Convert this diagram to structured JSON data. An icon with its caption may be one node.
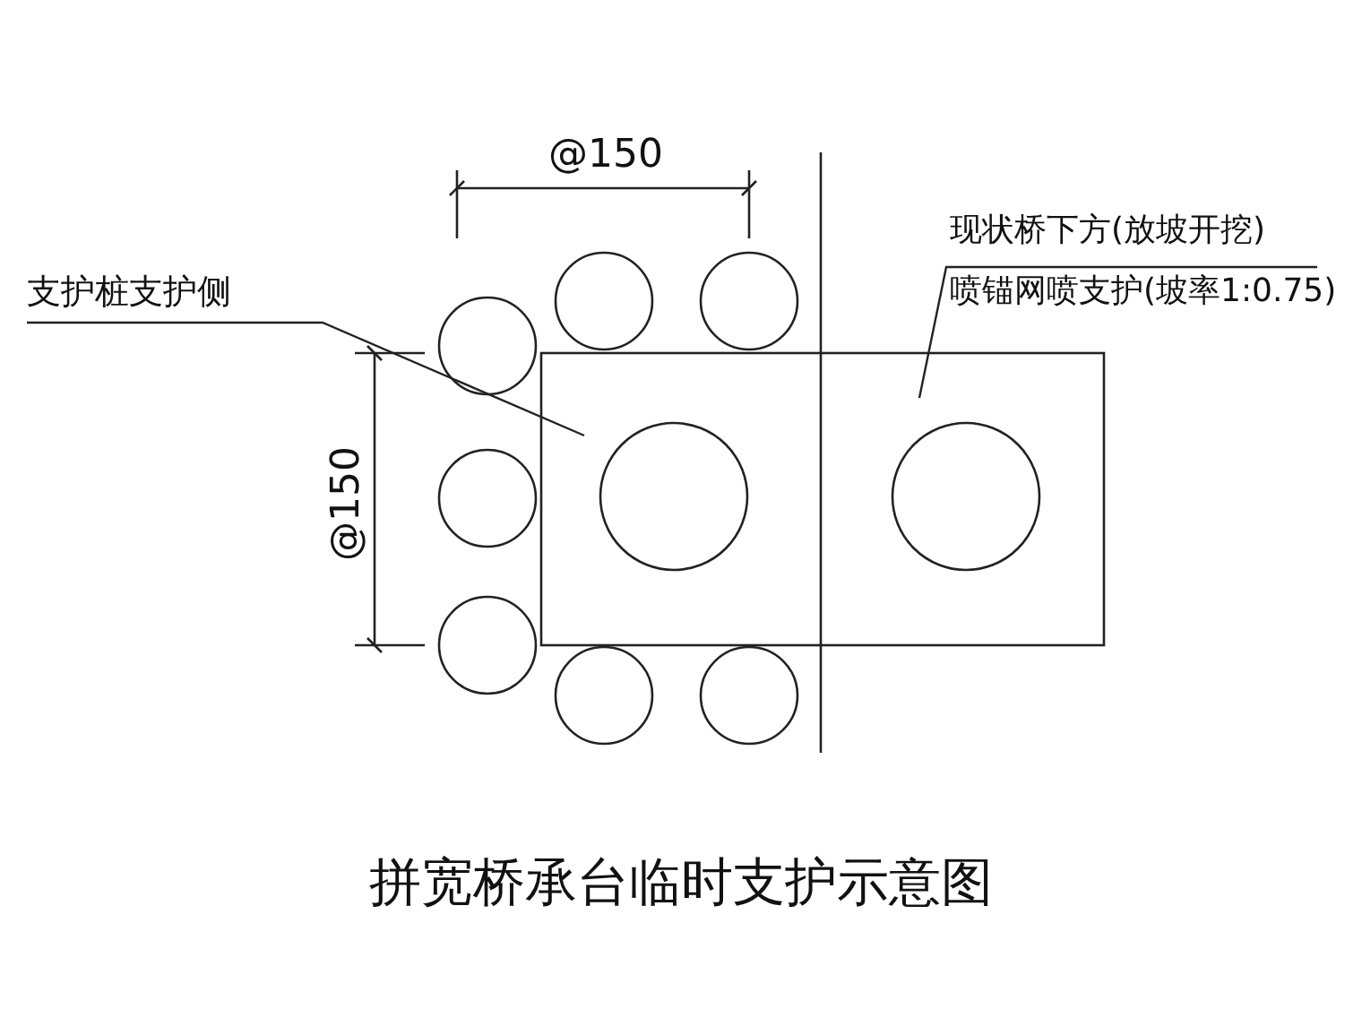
{
  "diagram": {
    "title": "拼宽桥承台临时支护示意图",
    "nodes": [
      {
        "text": [
          "支护桩支护侧"
        ]
      },
      {
        "text": [
          "现状桥下方(放坡开挖)",
          "喷锚网喷支护(坡率1:0.75)"
        ]
      }
    ],
    "edges": [
      {
        "from": 0,
        "to": null,
        "arrow": "none"
      },
      {
        "from": 1,
        "to": null,
        "arrow": "none"
      }
    ],
    "labels": [
      "@150",
      "@150"
    ]
  }
}
